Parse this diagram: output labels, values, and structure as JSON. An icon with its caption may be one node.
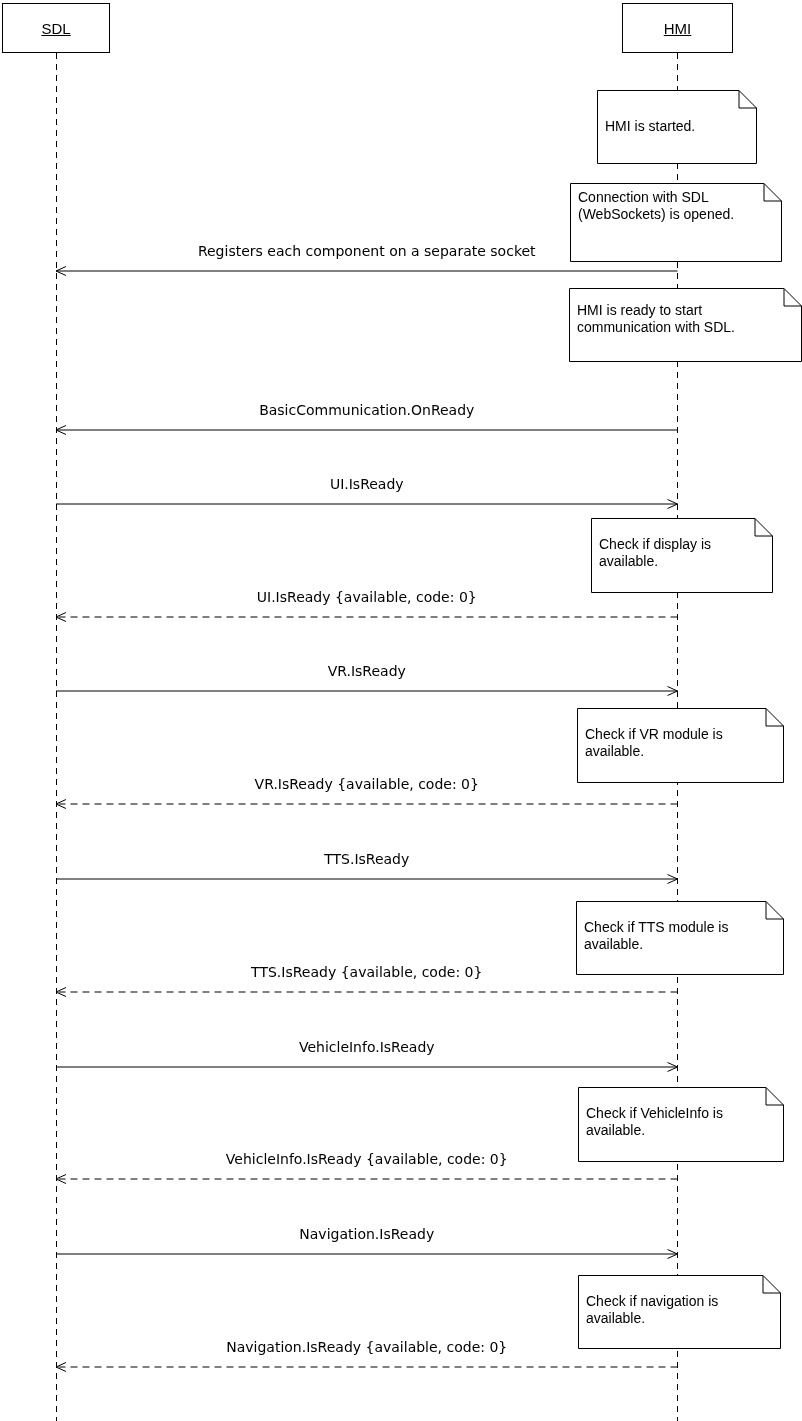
{
  "diagram": {
    "nodes": [
      {
        "text": [
          "SDL"
        ]
      },
      {
        "text": [
          "HMI"
        ]
      },
      {
        "text": [
          "HMI is started."
        ]
      },
      {
        "text": [
          "Connection with SDL (WebSockets) is opened."
        ]
      },
      {
        "text": [
          "HMI is ready to start communication with SDL."
        ]
      },
      {
        "text": [
          "Check if display is available."
        ]
      },
      {
        "text": [
          "Check if VR module is available."
        ]
      },
      {
        "text": [
          "Check if TTS module is available."
        ]
      },
      {
        "text": [
          "Check if VehicleInfo is available."
        ]
      },
      {
        "text": [
          "Check if navigation is available."
        ]
      }
    ],
    "edges": [
      {
        "from": 1,
        "to": 0,
        "arrow": "to",
        "label": "Registers each component on a separate socket"
      },
      {
        "from": 1,
        "to": 0,
        "arrow": "to",
        "label": "BasicCommunication.OnReady"
      },
      {
        "from": 0,
        "to": 1,
        "arrow": "to",
        "label": "UI.IsReady"
      },
      {
        "from": 1,
        "to": 0,
        "arrow": "to",
        "label": "UI.IsReady {available, code: 0}",
        "style": "dashed"
      },
      {
        "from": 0,
        "to": 1,
        "arrow": "to",
        "label": "VR.IsReady"
      },
      {
        "from": 1,
        "to": 0,
        "arrow": "to",
        "label": "VR.IsReady {available, code: 0}",
        "style": "dashed"
      },
      {
        "from": 0,
        "to": 1,
        "arrow": "to",
        "label": "TTS.IsReady"
      },
      {
        "from": 1,
        "to": 0,
        "arrow": "to",
        "label": "TTS.IsReady {available, code: 0}",
        "style": "dashed"
      },
      {
        "from": 0,
        "to": 1,
        "arrow": "to",
        "label": "VehicleInfo.IsReady"
      },
      {
        "from": 1,
        "to": 0,
        "arrow": "to",
        "label": "VehicleInfo.IsReady {available, code: 0}",
        "style": "dashed"
      },
      {
        "from": 0,
        "to": 1,
        "arrow": "to",
        "label": "Navigation.IsReady"
      },
      {
        "from": 1,
        "to": 0,
        "arrow": "to",
        "label": "Navigation.IsReady {available, code: 0}",
        "style": "dashed"
      }
    ]
  }
}
